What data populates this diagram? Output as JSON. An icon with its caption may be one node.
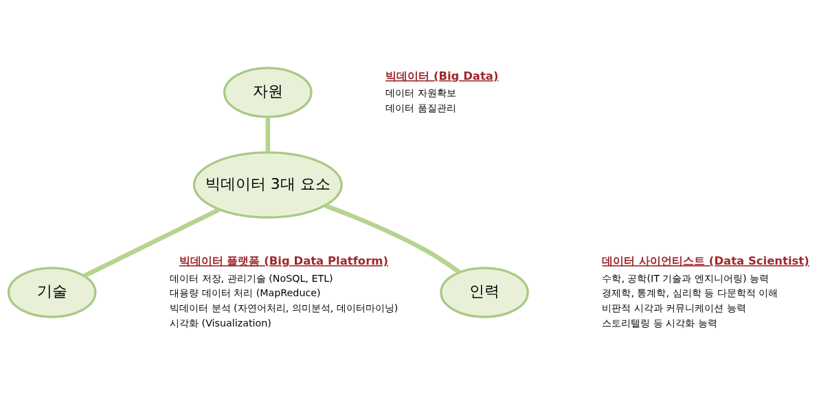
{
  "diagram": {
    "nodes": [
      {
        "text": [
          "자원"
        ],
        "beside": [
          "빅데이터 (Big Data)",
          "데이터 자원확보",
          "데이터 품질관리"
        ]
      },
      {
        "text": [
          "빅데이터 3대 요소"
        ]
      },
      {
        "text": [
          "기술"
        ],
        "beside": [
          "빅데이터 플랫폼 (Big Data Platform)",
          "데이터 저장, 관리기술 (NoSQL, ETL)",
          "대용량 데이터 처리 (MapReduce)",
          "빅데이터 분석 (자연어처리, 의미분석, 데이터마이닝)",
          "시각화 (Visualization)"
        ]
      },
      {
        "text": [
          "인력"
        ],
        "beside": [
          "데이터 사이언티스트 (Data Scientist)",
          "수학, 공학(IT 기술과 엔지니어링) 능력",
          "경제학, 통계학, 심리학 등 다문학적 이해",
          "비판적 시각과 커뮤니케이션 능력",
          "스토리텔링 등 시각화 능력"
        ]
      }
    ],
    "edges": [
      {
        "from": 0,
        "to": 1,
        "arrow": "none"
      },
      {
        "from": 1,
        "to": 2,
        "arrow": "none"
      },
      {
        "from": 1,
        "to": 3,
        "arrow": "none"
      }
    ]
  }
}
